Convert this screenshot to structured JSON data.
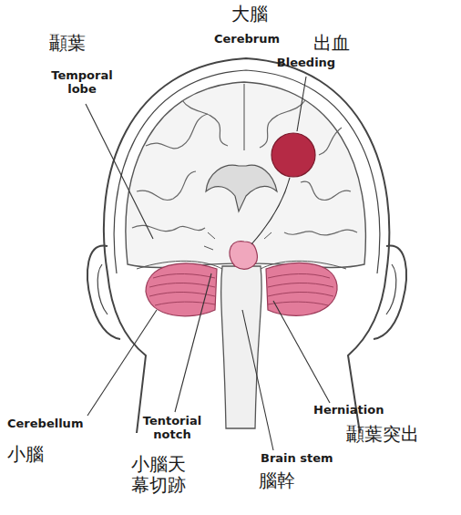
{
  "diagram": {
    "labels": [
      "大腦",
      "Cerebrum",
      "出血",
      "顳葉",
      "Temporal lobe",
      "Bleeding",
      "Herniation",
      "顳葉突出",
      "Cerebellum",
      "Tentorial notch",
      "小腦天幕切跡",
      "Brain stem",
      "小腦",
      "腦幹"
    ]
  }
}
